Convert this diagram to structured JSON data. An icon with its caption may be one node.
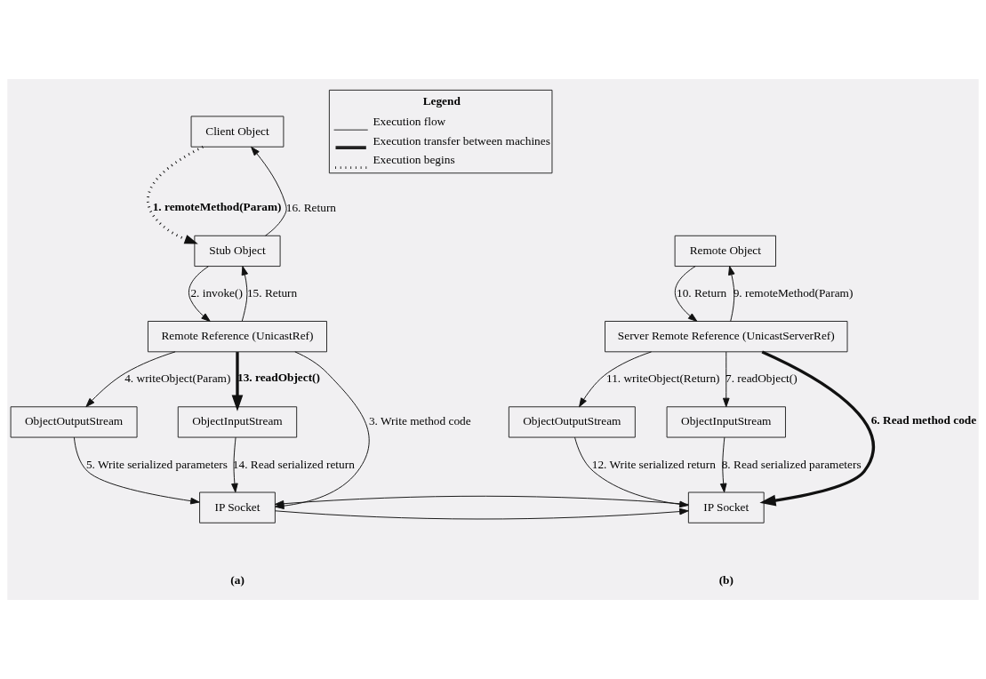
{
  "diagram": {
    "nodes": [
      {
        "text": [
          "Client Object"
        ]
      },
      {
        "text": [
          "Stub Object"
        ]
      },
      {
        "text": [
          "Remote Reference (UnicastRef)"
        ]
      },
      {
        "text": [
          "ObjectOutputStream"
        ]
      },
      {
        "text": [
          "ObjectInputStream"
        ]
      },
      {
        "text": [
          "IP Socket"
        ]
      },
      {
        "text": [
          "Remote Object"
        ]
      },
      {
        "text": [
          "Server Remote Reference (UnicastServerRef)"
        ]
      },
      {
        "text": [
          "ObjectOutputStream"
        ]
      },
      {
        "text": [
          "ObjectInputStream"
        ]
      },
      {
        "text": [
          "IP Socket"
        ]
      }
    ],
    "edges": [
      {
        "from": 0,
        "to": 1,
        "arrow": "to",
        "label": "1. remoteMethod(Param)",
        "style": "dashed"
      },
      {
        "from": 1,
        "to": 0,
        "arrow": "to",
        "label": "16. Return"
      },
      {
        "from": 1,
        "to": 2,
        "arrow": "to",
        "label": "2. invoke()"
      },
      {
        "from": 2,
        "to": 1,
        "arrow": "to",
        "label": "15. Return"
      },
      {
        "from": 2,
        "to": 3,
        "arrow": "to",
        "label": "4. writeObject(Param)"
      },
      {
        "from": 2,
        "to": 5,
        "arrow": "to",
        "label": "3. Write method code"
      },
      {
        "from": 2,
        "to": 4,
        "arrow": "to",
        "label": "13. readObject()",
        "style": "thick"
      },
      {
        "from": 3,
        "to": 5,
        "arrow": "to",
        "label": "5. Write serialized parameters"
      },
      {
        "from": 4,
        "to": 5,
        "arrow": "to",
        "label": "14. Read serialized return"
      },
      {
        "from": 5,
        "to": 10,
        "arrow": "to"
      },
      {
        "from": 10,
        "to": 5,
        "arrow": "to"
      },
      {
        "from": 7,
        "to": 6,
        "arrow": "to",
        "label": "9. remoteMethod(Param)"
      },
      {
        "from": 6,
        "to": 7,
        "arrow": "to",
        "label": "10. Return"
      },
      {
        "from": 7,
        "to": 8,
        "arrow": "to",
        "label": "11. writeObject(Return)"
      },
      {
        "from": 7,
        "to": 10,
        "arrow": "to",
        "label": "6. Read method code",
        "style": "thick"
      },
      {
        "from": 7,
        "to": 9,
        "arrow": "to",
        "label": "7. readObject()"
      },
      {
        "from": 8,
        "to": 10,
        "arrow": "to",
        "label": "12. Write serialized return"
      },
      {
        "from": 9,
        "to": 10,
        "arrow": "to",
        "label": "8. Read serialized parameters"
      }
    ],
    "labels": [
      "Legend",
      "(a)",
      "(b)"
    ],
    "legend": [
      {
        "text": "Execution flow"
      },
      {
        "text": "Execution transfer between machines"
      },
      {
        "text": "Execution begins"
      }
    ]
  }
}
